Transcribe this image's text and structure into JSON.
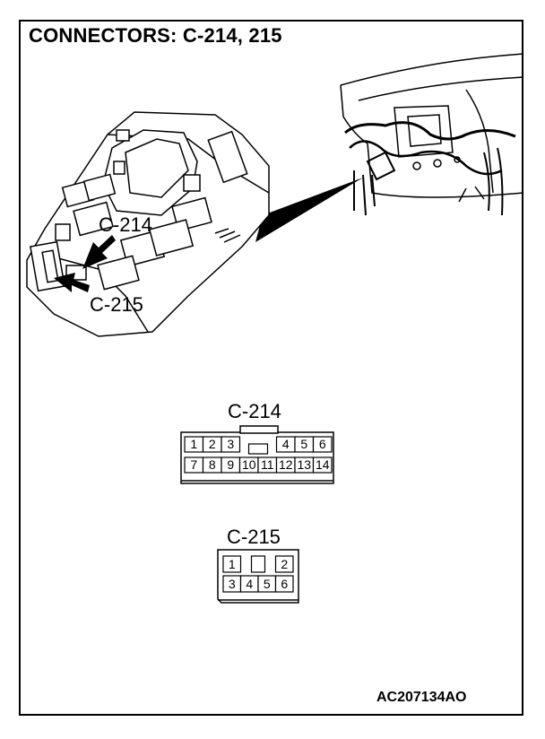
{
  "title": "CONNECTORS: C-214, 215",
  "figure_code": "AC207134AO",
  "callouts": {
    "c214": "C-214",
    "c215": "C-215"
  },
  "connectors": [
    {
      "name": "C-214",
      "row1": [
        "1",
        "2",
        "3",
        "",
        "4",
        "5",
        "6"
      ],
      "row2": [
        "7",
        "8",
        "9",
        "10",
        "11",
        "12",
        "13",
        "14"
      ]
    },
    {
      "name": "C-215",
      "row1": [
        "1",
        "",
        "",
        "2"
      ],
      "row2": [
        "3",
        "4",
        "5",
        "6"
      ]
    }
  ]
}
